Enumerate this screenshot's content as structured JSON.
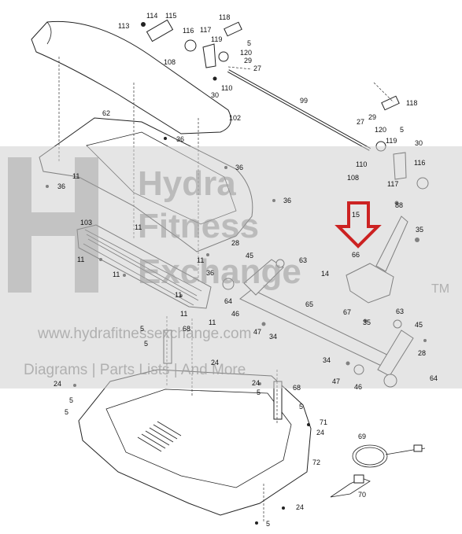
{
  "watermark": {
    "brand_line1": "Hydra",
    "brand_line2": "Fitness",
    "brand_line3": "Exchange",
    "tm": "TM",
    "url": "www.hydrafitnessexchange.com",
    "tagline": "Diagrams | Parts Lists | And More"
  },
  "highlight_arrow_color": "#cc2222",
  "callouts": [
    {
      "id": "c113",
      "text": "113"
    },
    {
      "id": "c114",
      "text": "114"
    },
    {
      "id": "c115",
      "text": "115"
    },
    {
      "id": "c116a",
      "text": "116"
    },
    {
      "id": "c117a",
      "text": "117"
    },
    {
      "id": "c118a",
      "text": "118"
    },
    {
      "id": "c5a",
      "text": "5"
    },
    {
      "id": "c119a",
      "text": "119"
    },
    {
      "id": "c120a",
      "text": "120"
    },
    {
      "id": "c29a",
      "text": "29"
    },
    {
      "id": "c27a",
      "text": "27"
    },
    {
      "id": "c108a",
      "text": "108"
    },
    {
      "id": "c110a",
      "text": "110"
    },
    {
      "id": "c30a",
      "text": "30"
    },
    {
      "id": "c99",
      "text": "99"
    },
    {
      "id": "c118b",
      "text": "118"
    },
    {
      "id": "c27b",
      "text": "27"
    },
    {
      "id": "c29b",
      "text": "29"
    },
    {
      "id": "c5b",
      "text": "5"
    },
    {
      "id": "c120b",
      "text": "120"
    },
    {
      "id": "c119b",
      "text": "119"
    },
    {
      "id": "c30b",
      "text": "30"
    },
    {
      "id": "c110b",
      "text": "110"
    },
    {
      "id": "c116b",
      "text": "116"
    },
    {
      "id": "c108b",
      "text": "108"
    },
    {
      "id": "c117b",
      "text": "117"
    },
    {
      "id": "c102",
      "text": "102"
    },
    {
      "id": "c62",
      "text": "62"
    },
    {
      "id": "c36a",
      "text": "36"
    },
    {
      "id": "c36b",
      "text": "36"
    },
    {
      "id": "c36c",
      "text": "36"
    },
    {
      "id": "c36d",
      "text": "36"
    },
    {
      "id": "c36e",
      "text": "36"
    },
    {
      "id": "c11a",
      "text": "11"
    },
    {
      "id": "c11b",
      "text": "11"
    },
    {
      "id": "c11c",
      "text": "11"
    },
    {
      "id": "c11d",
      "text": "11"
    },
    {
      "id": "c11e",
      "text": "11"
    },
    {
      "id": "c11f",
      "text": "11"
    },
    {
      "id": "c11g",
      "text": "11"
    },
    {
      "id": "c11h",
      "text": "11"
    },
    {
      "id": "c103",
      "text": "103"
    },
    {
      "id": "c15",
      "text": "15"
    },
    {
      "id": "c88",
      "text": "88"
    },
    {
      "id": "c35a",
      "text": "35"
    },
    {
      "id": "c28a",
      "text": "28"
    },
    {
      "id": "c45a",
      "text": "45"
    },
    {
      "id": "c63a",
      "text": "63"
    },
    {
      "id": "c66",
      "text": "66"
    },
    {
      "id": "c14",
      "text": "14"
    },
    {
      "id": "c64a",
      "text": "64"
    },
    {
      "id": "c65",
      "text": "65"
    },
    {
      "id": "c46a",
      "text": "46"
    },
    {
      "id": "c67",
      "text": "67"
    },
    {
      "id": "c35b",
      "text": "35"
    },
    {
      "id": "c47a",
      "text": "47"
    },
    {
      "id": "c34a",
      "text": "34"
    },
    {
      "id": "c63b",
      "text": "63"
    },
    {
      "id": "c45b",
      "text": "45"
    },
    {
      "id": "c28b",
      "text": "28"
    },
    {
      "id": "c34b",
      "text": "34"
    },
    {
      "id": "c47b",
      "text": "47"
    },
    {
      "id": "c46b",
      "text": "46"
    },
    {
      "id": "c64b",
      "text": "64"
    },
    {
      "id": "c5c",
      "text": "5"
    },
    {
      "id": "c68a",
      "text": "68"
    },
    {
      "id": "c5d",
      "text": "5"
    },
    {
      "id": "c24a",
      "text": "24"
    },
    {
      "id": "c24b",
      "text": "24"
    },
    {
      "id": "c5e",
      "text": "5"
    },
    {
      "id": "c5f",
      "text": "5"
    },
    {
      "id": "c24c",
      "text": "24"
    },
    {
      "id": "c5g",
      "text": "5"
    },
    {
      "id": "c68b",
      "text": "68"
    },
    {
      "id": "c5h",
      "text": "5"
    },
    {
      "id": "c71",
      "text": "71"
    },
    {
      "id": "c24d",
      "text": "24"
    },
    {
      "id": "c72",
      "text": "72"
    },
    {
      "id": "c69",
      "text": "69"
    },
    {
      "id": "c70",
      "text": "70"
    },
    {
      "id": "c24e",
      "text": "24"
    },
    {
      "id": "c5i",
      "text": "5"
    }
  ]
}
